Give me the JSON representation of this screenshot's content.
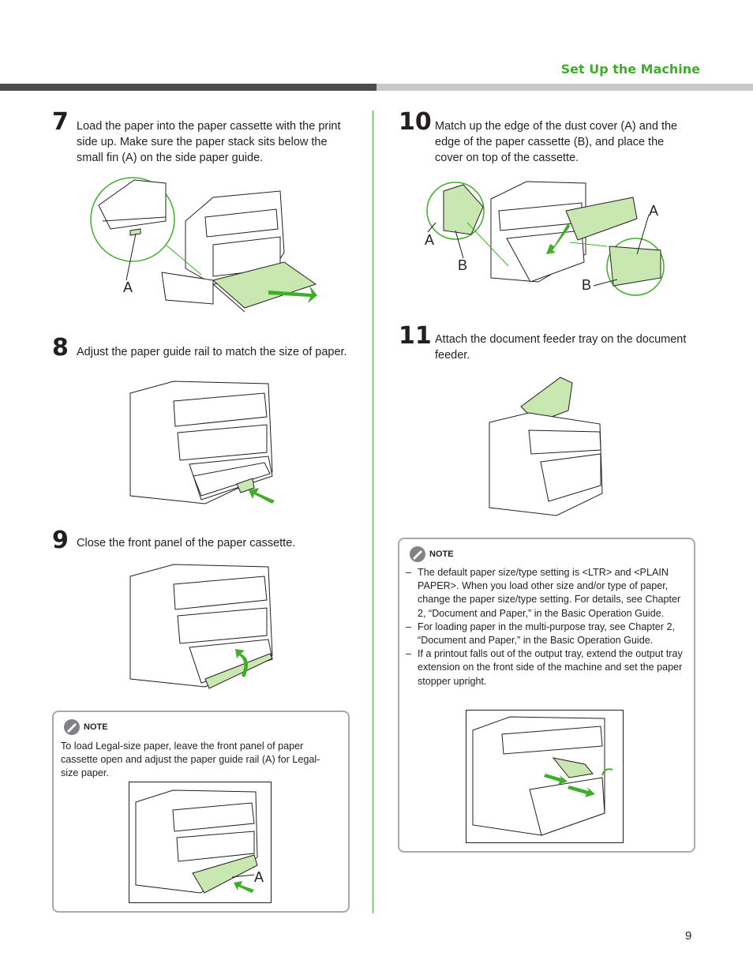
{
  "header": {
    "title": "Set Up the Machine"
  },
  "steps": [
    {
      "number": "7",
      "text": "Load the paper into the paper cassette with the print side up. Make sure the paper stack sits below the small fin (A) on the side paper guide.",
      "labels": [
        "A"
      ]
    },
    {
      "number": "8",
      "text": "Adjust the paper guide rail to match the size of paper."
    },
    {
      "number": "9",
      "text": "Close the front panel of the paper cassette."
    },
    {
      "number": "10",
      "text": "Match up the edge of the dust cover (A) and the edge of the paper cassette (B), and place the cover on top of the cassette.",
      "labels": [
        "A",
        "A",
        "B",
        "B"
      ]
    },
    {
      "number": "11",
      "text": "Attach the document feeder tray on the document feeder."
    }
  ],
  "note_left": {
    "label": "NOTE",
    "text": "To load Legal-size paper, leave the front panel of paper cassette open and adjust the paper guide rail (A) for Legal-size paper.",
    "figure_label": "A"
  },
  "note_right": {
    "label": "NOTE",
    "items": [
      "The default paper size/type setting is <LTR> and <PLAIN PAPER>. When you load other size and/or type of paper, change the paper size/type setting. For details, see Chapter 2, “Document and Paper,” in the Basic Operation Guide.",
      "For loading paper in the multi-purpose tray, see Chapter 2, “Document and Paper,” in the Basic Operation Guide.",
      "If a printout falls out of the output tray, extend the output tray extension on the front side of the machine and set the paper stopper upright."
    ],
    "dash": "–"
  },
  "page_number": "9",
  "colors": {
    "accent": "#3fae29",
    "bar_dark": "#4d4d4f",
    "bar_light": "#c8c9cb",
    "paper_green": "#c9e7b1",
    "text": "#231f20"
  }
}
